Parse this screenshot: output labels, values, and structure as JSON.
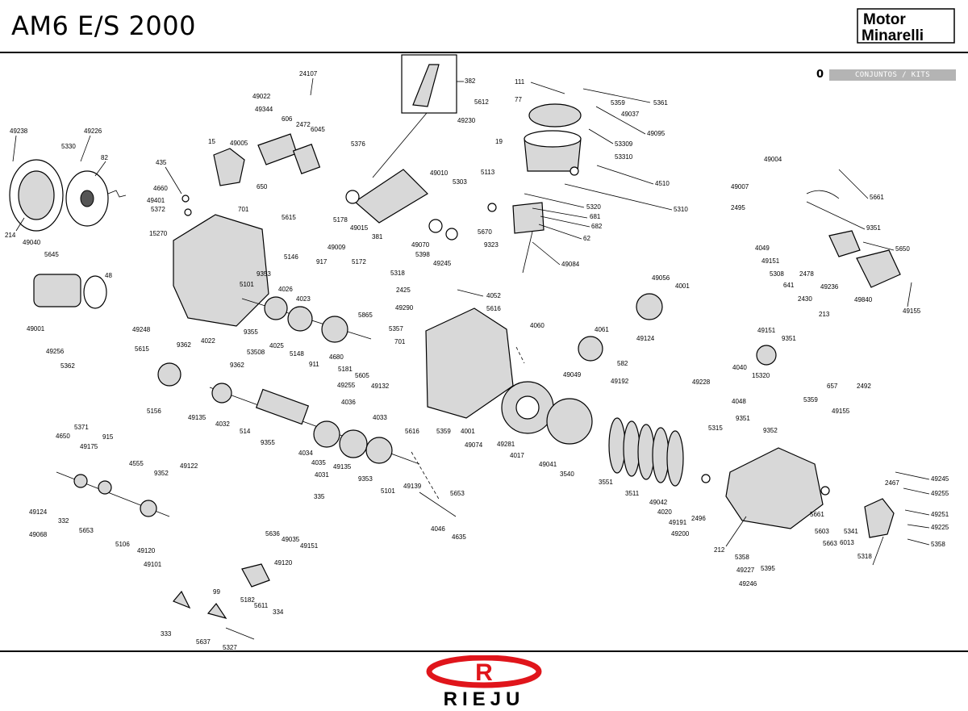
{
  "header": {
    "title": "AM6 E/S 2000",
    "logo_text": [
      "Motor",
      "Minarelli"
    ]
  },
  "kits": {
    "number": "0",
    "button_label": "CONJUNTOS / KITS"
  },
  "footer": {
    "logo_text": "RIEJU",
    "brand_red": "#e0151b"
  },
  "labels": [
    "49238",
    "49226",
    "5330",
    "82",
    "214",
    "49040",
    "435",
    "4660",
    "49401",
    "5372",
    "15",
    "49005",
    "606",
    "2472",
    "6045",
    "650",
    "24107",
    "49022",
    "49344",
    "5376",
    "382",
    "111",
    "77",
    "5612",
    "49230",
    "5359",
    "5361",
    "49037",
    "49095",
    "53309",
    "19",
    "53310",
    "4510",
    "5310",
    "5113",
    "49010",
    "5303",
    "5320",
    "681",
    "682",
    "62",
    "5670",
    "9323",
    "49084",
    "15270",
    "701",
    "5615",
    "5146",
    "917",
    "5172",
    "49009",
    "5101",
    "4026",
    "9353",
    "4023",
    "5178",
    "49015",
    "381",
    "49070",
    "5398",
    "49245",
    "5645",
    "48",
    "49001",
    "49256",
    "5362",
    "49248",
    "5615",
    "4022",
    "9355",
    "4025",
    "5148",
    "911",
    "4680",
    "5181",
    "5605",
    "5865",
    "49132",
    "49255",
    "5318",
    "2425",
    "4052",
    "49290",
    "5357",
    "701",
    "5616",
    "4060",
    "49056",
    "4001",
    "49124",
    "4061",
    "49049",
    "582",
    "9362",
    "5156",
    "9362",
    "53508",
    "49135",
    "4032",
    "514",
    "9355",
    "4036",
    "4034",
    "4035",
    "4033",
    "49135",
    "4031",
    "9353",
    "5101",
    "49139",
    "5616",
    "5359",
    "4001",
    "49281",
    "49074",
    "4017",
    "49041",
    "49192",
    "3540",
    "3551",
    "3511",
    "49042",
    "4020",
    "49191",
    "49200",
    "49228",
    "2496",
    "49004",
    "49007",
    "5661",
    "2495",
    "9351",
    "4049",
    "49151",
    "5308",
    "2478",
    "5650",
    "641",
    "49236",
    "2430",
    "213",
    "49840",
    "49155",
    "49151",
    "9351",
    "4040",
    "15320",
    "657",
    "2492",
    "5359",
    "49155",
    "4048",
    "9351",
    "5315",
    "9352",
    "5371",
    "4650",
    "49175",
    "915",
    "4555",
    "9352",
    "49122",
    "49124",
    "49068",
    "332",
    "5653",
    "5106",
    "49120",
    "49101",
    "335",
    "5636",
    "49035",
    "49151",
    "5653",
    "4046",
    "4635",
    "49120",
    "99",
    "5182",
    "5611",
    "334",
    "333",
    "5637",
    "5327",
    "212",
    "5358",
    "49227",
    "49246",
    "5395",
    "5661",
    "5603",
    "5663",
    "5341",
    "6013",
    "5318",
    "2467",
    "49255",
    "49245",
    "49251",
    "49225",
    "5358"
  ]
}
